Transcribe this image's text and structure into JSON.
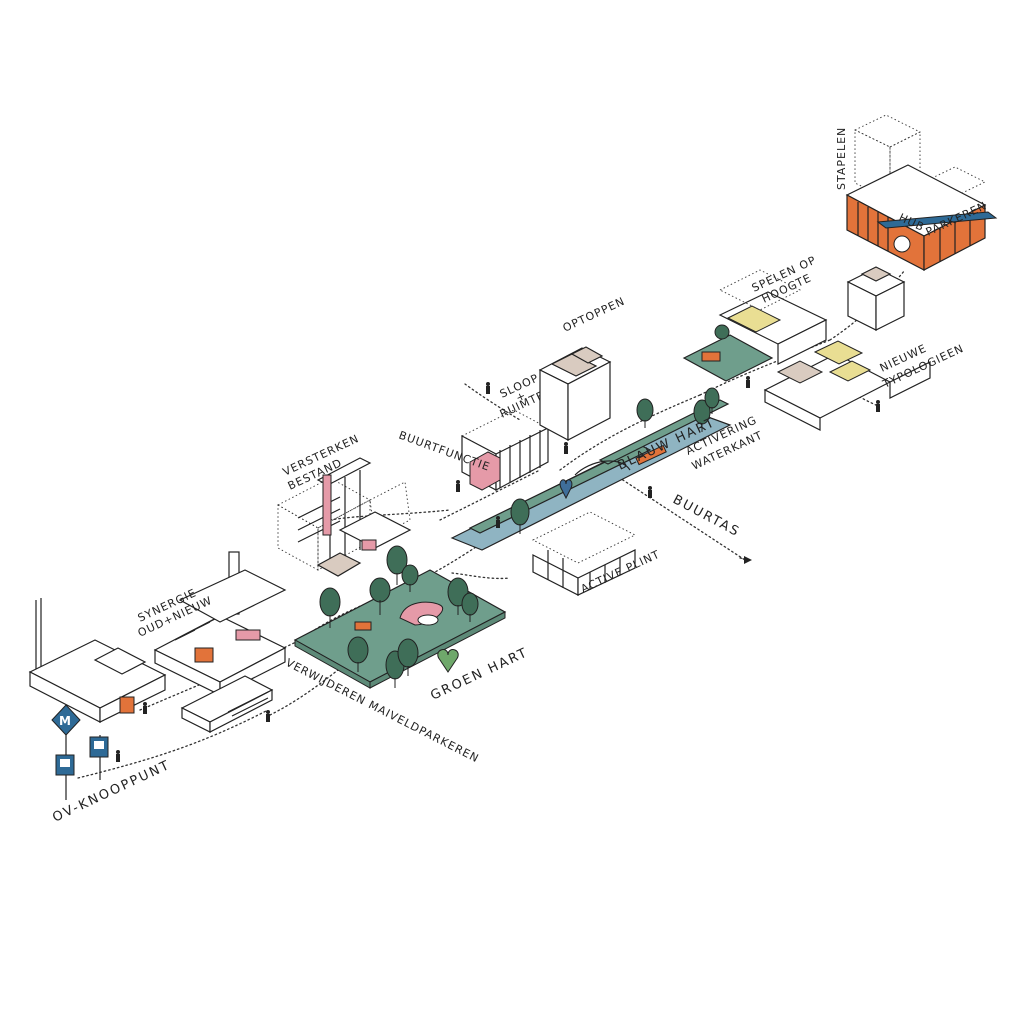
{
  "labels": {
    "ov_knooppunt": "OV-KNOOPPUNT",
    "synergie_1": "SYNERGIE",
    "synergie_2": "OUD+NIEUW",
    "verwijderen": "VERWIJDEREN MAIVELDPARKEREN",
    "groen_hart": "GROEN HART",
    "versterken_1": "VERSTERKEN",
    "versterken_2": "BESTAND",
    "buurtfunctie": "BUURTFUNCTIE",
    "sloop_1": "SLOOP",
    "sloop_2": "+",
    "sloop_3": "RUIMTE",
    "optoppen": "OPTOPPEN",
    "blauw_hart": "BLAUW HART",
    "active_plint": "ACTIVE PLINT",
    "buurtas": "BUURTAS",
    "activering_1": "ACTIVERING",
    "activering_2": "WATERKANT",
    "spelen_1": "SPELEN OP",
    "spelen_2": "HOOGTE",
    "nieuwe_1": "NIEUWE",
    "nieuwe_2": "TYPOLOGIEEN",
    "stapelen": "STAPELEN",
    "hub": "HUB",
    "parkeren": "PARKEREN"
  },
  "icons": {
    "metro_sign": "metro-m-icon",
    "tram_sign": "tram-icon",
    "bus_sign": "bus-icon"
  },
  "colors": {
    "green_ground": "#6f9e8c",
    "blue_water": "#8fb4c2",
    "tree": "#3f6e58",
    "pink": "#e59aa8",
    "orange": "#e2733a",
    "yellow": "#e9de93",
    "beige": "#d9cbc0",
    "sign_blue": "#2e6a96"
  }
}
